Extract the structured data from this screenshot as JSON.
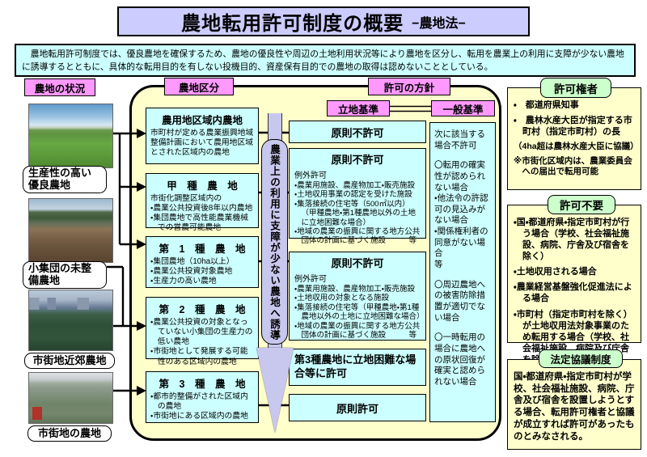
{
  "title": {
    "main": "農地転用許可制度の概要",
    "sub": "−農地法−"
  },
  "intro": "　農地転用許可制度では、優良農地を確保するため、農地の優良性や周辺の土地利用状況等により農地を区分し、転用を農業上の利用に支障が少ない農地に誘導するとともに、具体的な転用目的を有しない投機目的、資産保有目的での農地の取得は認めないこととしている。",
  "left_panel": {
    "header": "農地の状況",
    "photos": [
      {
        "caption": "生産性の高い優良農地"
      },
      {
        "caption": "小集団の未整備農地"
      },
      {
        "caption": "市街地近郊農地"
      },
      {
        "caption": "市街地の農地"
      }
    ]
  },
  "classification": {
    "header": "農地区分",
    "boxes": [
      {
        "title": "農用地区域内農地",
        "lines": [
          "市町村が定める農業振興地域整備計画において農用地区域とされた区域内の農地"
        ]
      },
      {
        "title": "甲　種　農　地",
        "lines": [
          "市街化調整区域内の",
          "・農業公共投資後8年以内農地",
          "・集団農地で高性能農業機械での営農可能農地"
        ]
      },
      {
        "title": "第　1　種　農　地",
        "lines": [
          "・集団農地（10ha以上）",
          "・農業公共投資対象農地",
          "・生産力の高い農地"
        ]
      },
      {
        "title": "第　2　種　農　地",
        "lines": [
          "・農業公共投資の対象となっていない小集団の生産力の低い農地",
          "・市街地として発展する可能性のある区域内の農地"
        ]
      },
      {
        "title": "第　3　種　農　地",
        "lines": [
          "・都市的整備がされた区域内の農地",
          "・市街地にある区域内の農地"
        ]
      }
    ]
  },
  "guide_arrow": "農業上の利用に支障が少ない農地へ誘導",
  "policy": {
    "header": "許可の方針",
    "location_header": "立地基準",
    "general_header": "一般基準",
    "location_boxes": [
      {
        "title": "原則不許可"
      },
      {
        "title": "原則不許可",
        "sub": "例外許可",
        "items": [
          "・農業用施設、農産物加工・販売施設",
          "・土地収用事業の認定を受けた施設",
          "・集落接続の住宅等（500㎡以内）（甲種農地・第1種農地以外の土地に立地困難な場合）",
          "・地域の農業の振興に関する地方公共団体の計画に基づく施設　　　等"
        ]
      },
      {
        "title": "原則不許可",
        "sub": "例外許可",
        "items": [
          "・農業用施設、農産物加工・販売施設",
          "・土地収用の対象となる施設",
          "・集落接続の住宅等（甲種農地・第1種農地以外の土地に立地困難な場合）",
          "・地域の農業の振興に関する地方公共団体の計画に基づく施設　　　等"
        ]
      },
      {
        "title": "第3種農地に立地困難な場合等に許可"
      },
      {
        "title": "原則許可"
      }
    ],
    "general_lines": [
      "次に該当する場合不許可",
      "〇転用の確実性が認められない場合",
      "・他法令の許認可の見込みがない場合",
      "・関係権利者の同意がない場合",
      "等",
      "〇周辺農地への被害防除措置が適切でない場合",
      "〇一時転用の場合に農地への原状回復が確実と認められない場合"
    ]
  },
  "right_panel": {
    "sections": [
      {
        "header": "許可権者",
        "items": [
          "・　都道府県知事",
          "・　農林水産大臣が指定する市町村（指定市町村）の長"
        ],
        "notes": [
          "（4ha超は農林水産大臣に協議）",
          "※市街化区域内は、農業委員会への届出で転用可能"
        ]
      },
      {
        "header": "許可不要",
        "items": [
          "・国・都道府県・指定市町村が行う場合（学校、社会福祉施設、病院、庁舎及び宿舎を除く）",
          "・土地収用される場合",
          "・農業経営基盤強化促進法による場合",
          "・市町村（指定市町村を除く）が土地収用法対象事業のため転用する場合（学校、社会福祉施設、病院及び庁舎を除く）等"
        ]
      },
      {
        "header": "法定協議制度",
        "body": "国・都道府県・指定市町村が学校、社会福祉施設、病院、庁舎及び宿舎を設置しようとする場合、転用許可権者と協議が成立すれば許可があったものとみなされる。"
      }
    ]
  },
  "colors": {
    "title_bg": "#ccccff",
    "intro_bg": "#ccffff",
    "header_pink": "#ff99ff",
    "panel_yellow": "#ffffcc",
    "box_cyan": "#ccffff",
    "header_green": "#ccffcc",
    "arrow_lavender": "#c8c8ee"
  }
}
